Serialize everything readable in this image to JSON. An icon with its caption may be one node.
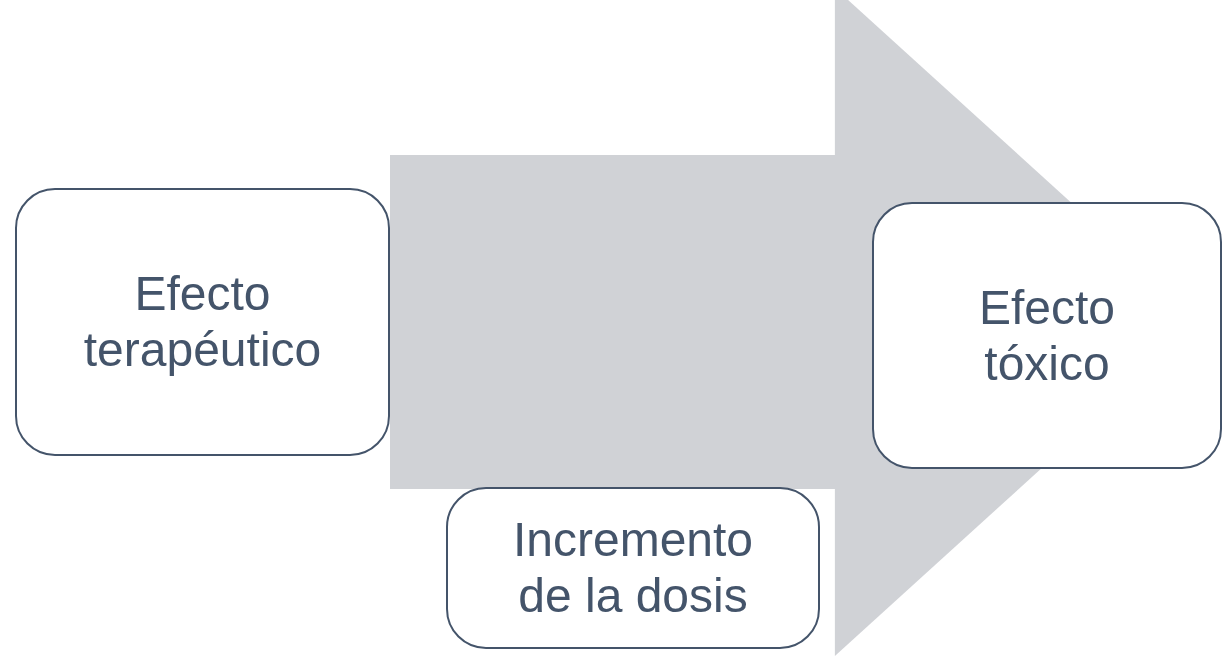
{
  "diagram": {
    "nodes": [
      {
        "text": [
          "Efecto terapéutico"
        ]
      },
      {
        "text": [
          "Efecto tóxico"
        ]
      },
      {
        "text": [
          "Incremento de la dosis"
        ]
      }
    ],
    "edges": [
      {
        "from": 0,
        "to": 1,
        "arrow": "to"
      }
    ]
  }
}
